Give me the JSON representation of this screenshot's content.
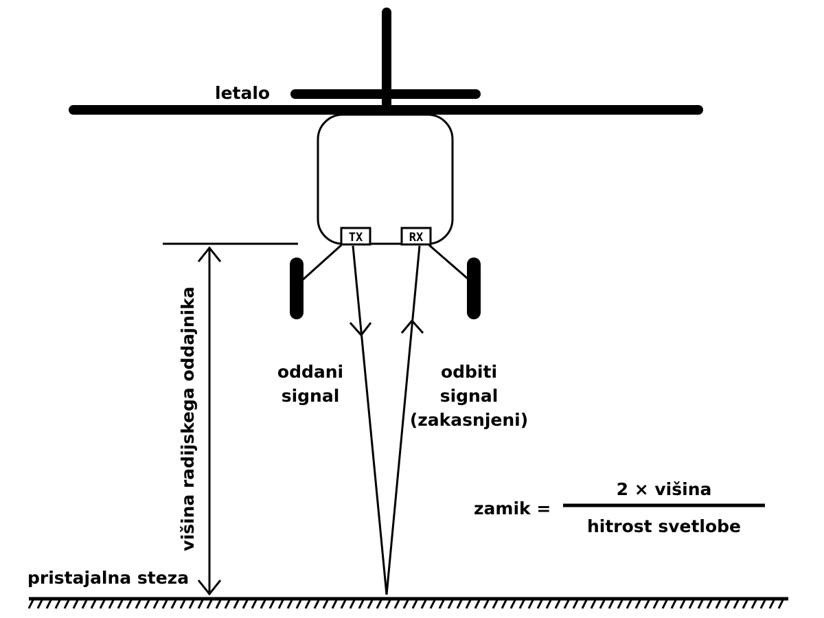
{
  "labels": {
    "aircraft": "letalo",
    "runway": "pristajalna steza",
    "height_axis": "višina radijskega oddajnika",
    "transmitted_line1": "oddani",
    "transmitted_line2": "signal",
    "reflected_line1": "odbiti",
    "reflected_line2": "signal",
    "reflected_line3": "(zakasnjeni)",
    "tx": "TX",
    "rx": "RX"
  },
  "formula": {
    "lhs": "zamik =",
    "numerator": "2 × višina",
    "denominator": "hitrost svetlobe"
  },
  "colors": {
    "ink": "#000000",
    "background": "#ffffff"
  }
}
